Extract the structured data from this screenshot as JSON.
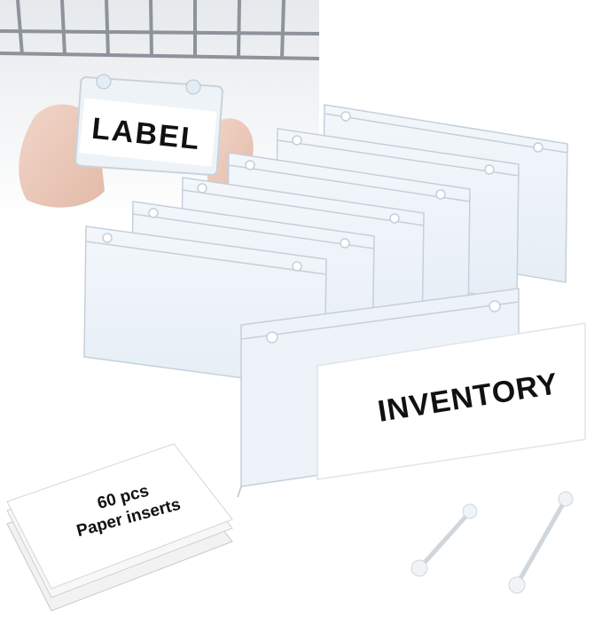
{
  "photo": {
    "hand_label_text": "LABEL",
    "holder_label_text": "INVENTORY",
    "inserts_line1": "60 pcs",
    "inserts_line2": "Paper inserts"
  }
}
